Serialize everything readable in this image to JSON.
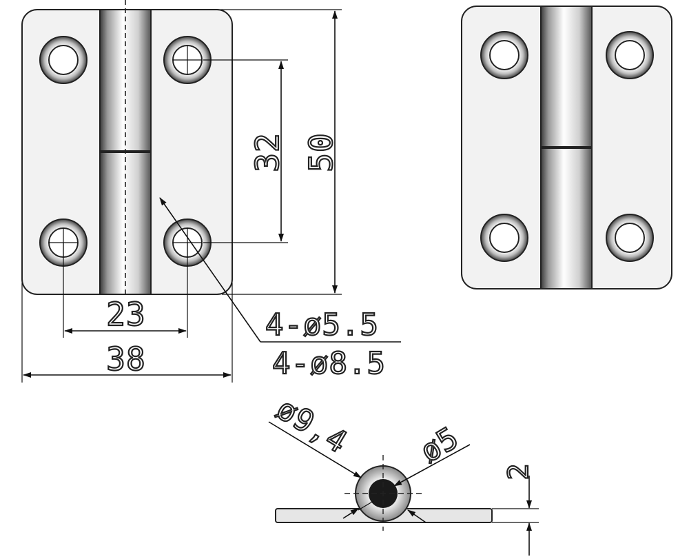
{
  "dimensions": {
    "hole_spacing_vertical": "32",
    "overall_height": "50",
    "hole_spacing_horizontal": "23",
    "overall_width": "38",
    "hole_through_callout": "4-ø5.5",
    "hole_counterbore_callout": "4-ø8.5",
    "knuckle_outer_diameter": "ø9,4",
    "pin_diameter": "ø5",
    "leaf_thickness": "2"
  },
  "colors": {
    "leaf_fill": "#f2f2f2",
    "outline": "#222222",
    "pin_fill": "#1a1a1a"
  }
}
